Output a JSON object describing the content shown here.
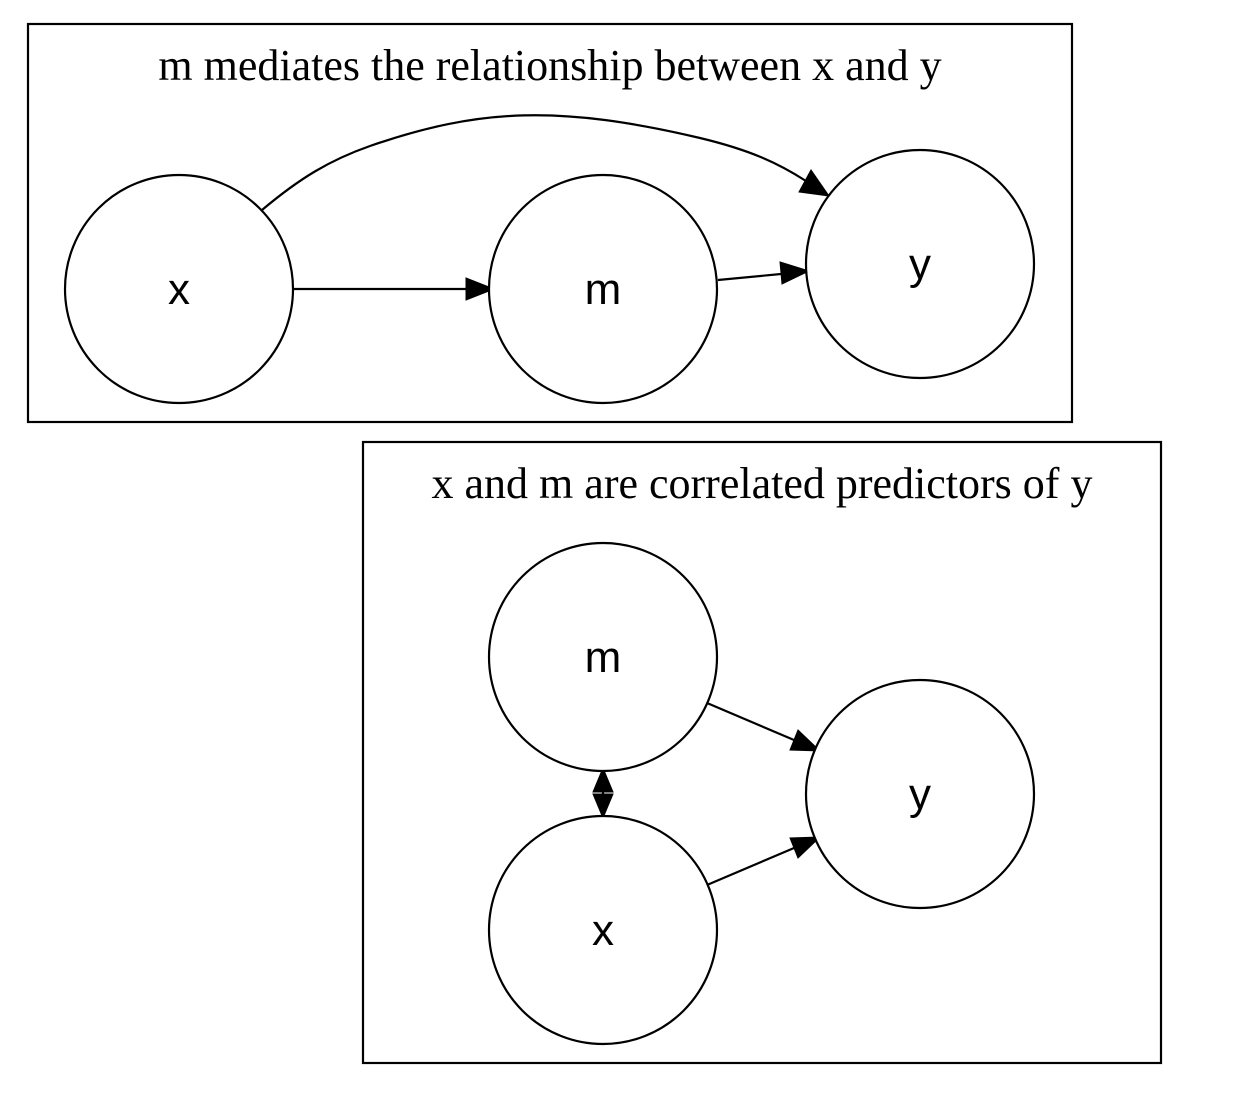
{
  "panels": {
    "mediation": {
      "title": "m mediates the relationship between x and y",
      "nodes": {
        "x": "x",
        "m": "m",
        "y": "y"
      }
    },
    "correlated": {
      "title": "x and m are correlated predictors of y",
      "nodes": {
        "m": "m",
        "x": "x",
        "y": "y"
      }
    }
  }
}
